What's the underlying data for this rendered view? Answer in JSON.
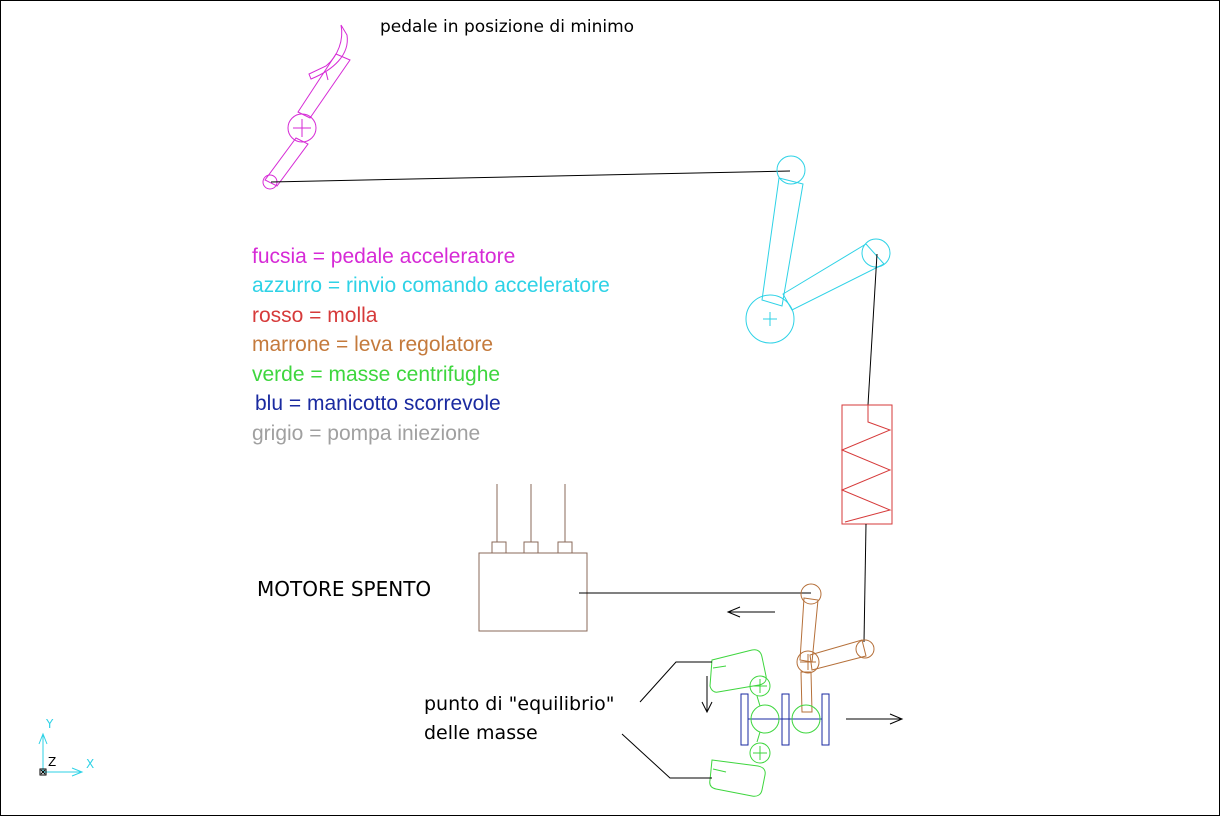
{
  "title": "pedale in posizione di minimo",
  "engine_status": "MOTORE SPENTO",
  "balance_note": {
    "line1": "punto di \"equilibrio\"",
    "line2": "delle masse"
  },
  "legend": [
    {
      "label": "fucsia = pedale acceleratore",
      "color": "#d62ad6"
    },
    {
      "label": "azzurro = rinvio comando acceleratore",
      "color": "#2ed2e6"
    },
    {
      "label": "rosso = molla",
      "color": "#d63a3a"
    },
    {
      "label": "marrone = leva regolatore",
      "color": "#c47a3c"
    },
    {
      "label": "verde = masse centrifughe",
      "color": "#3ed63e"
    },
    {
      "label": "blu = manicotto scorrevole",
      "color": "#1a2aa0"
    },
    {
      "label": "grigio = pompa iniezione",
      "color": "#a0a0a0"
    }
  ],
  "colors": {
    "pedal": "#d62ad6",
    "linkage": "#2ed2e6",
    "spring": "#d63a3a",
    "lever": "#b5703a",
    "masses": "#3ed63e",
    "sleeve": "#1a2aa0",
    "pump": "#8a6a5a",
    "line": "#000000",
    "ucs": "#2ed2e6"
  },
  "ucs": {
    "y": "Y",
    "z": "Z",
    "x": "X"
  }
}
